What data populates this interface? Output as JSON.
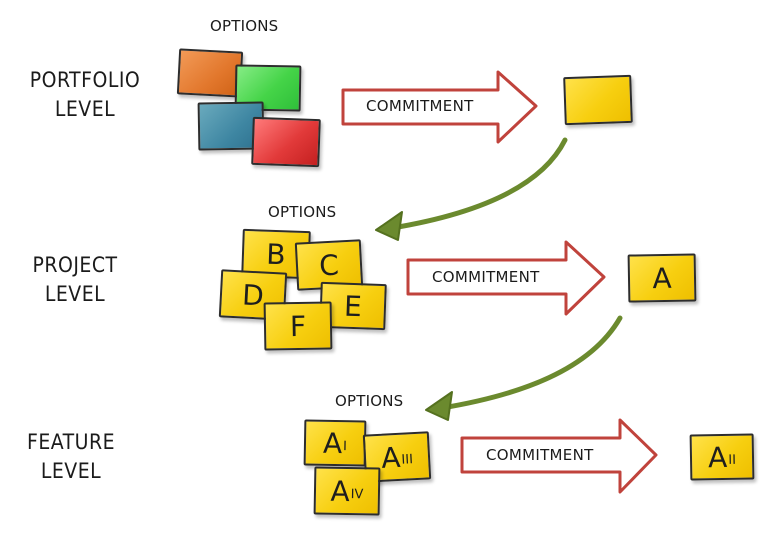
{
  "levels": {
    "portfolio": {
      "line1": "PORTFOLIO",
      "line2": "LEVEL"
    },
    "project": {
      "line1": "PROJECT",
      "line2": "LEVEL"
    },
    "feature": {
      "line1": "FEATURE",
      "line2": "LEVEL"
    }
  },
  "options_label": "OPTIONS",
  "commitment_label": "COMMITMENT",
  "project_notes": {
    "b": "B",
    "c": "C",
    "d": "D",
    "e": "E",
    "f": "F"
  },
  "project_selected": "A",
  "feature_notes": {
    "a1": {
      "letter": "A",
      "sub": "I"
    },
    "a3": {
      "letter": "A",
      "sub": "III"
    },
    "a4": {
      "letter": "A",
      "sub": "IV"
    }
  },
  "feature_selected": {
    "letter": "A",
    "sub": "II"
  },
  "colors": {
    "arrow_outline": "#c0433c",
    "arrow_fill": "#ffffff",
    "curve_arrow": "#6b8a2e",
    "note_yellow": "#f7cf10",
    "note_orange": "#e2772c",
    "note_green": "#45d448",
    "note_teal": "#3e86a2",
    "note_red": "#e23a3a"
  }
}
